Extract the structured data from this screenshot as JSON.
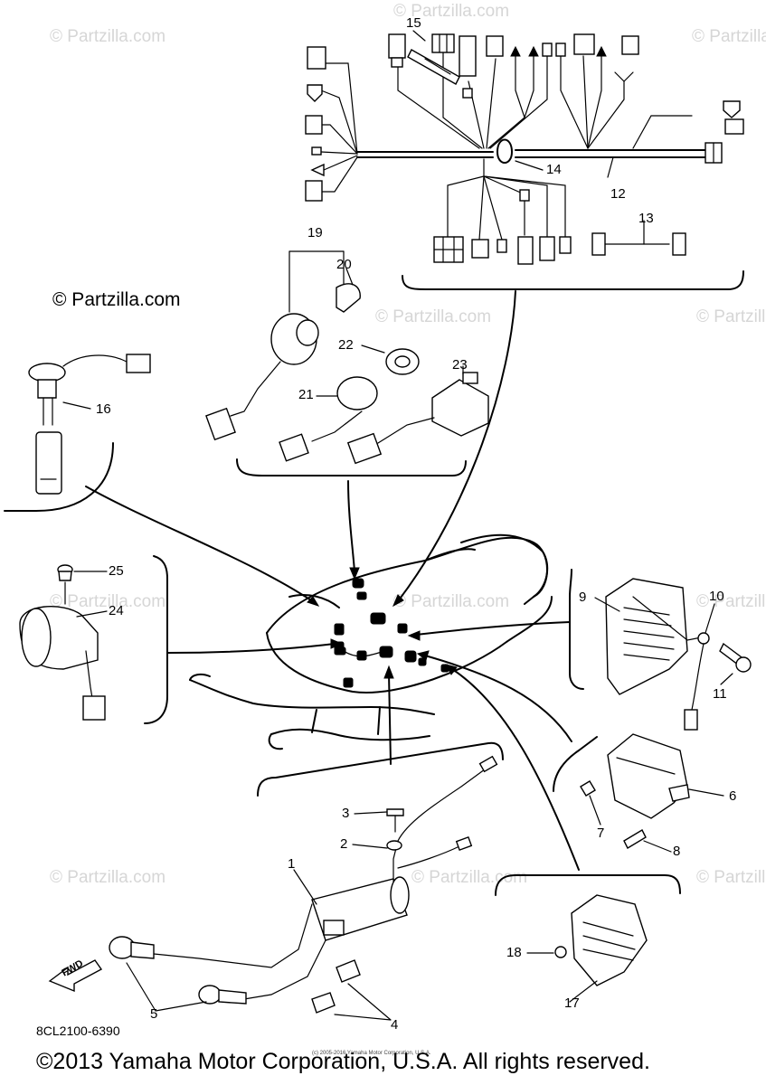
{
  "watermark": {
    "text": "© Partzilla.com",
    "color": "#d6d6d6"
  },
  "diagram": {
    "code": "8CL2100-6390",
    "copyright": "©2013 Yamaha Motor Corporation, U.S.A. All rights reserved.",
    "fine_print": "(c) 2005-2016 Yamaha Motor Corporation, U.S.A.",
    "fwd_label": "FWD",
    "callouts": [
      "1",
      "2",
      "3",
      "4",
      "5",
      "6",
      "7",
      "8",
      "9",
      "10",
      "11",
      "12",
      "13",
      "14",
      "15",
      "16",
      "17",
      "18",
      "19",
      "20",
      "21",
      "22",
      "23",
      "24",
      "25"
    ]
  }
}
